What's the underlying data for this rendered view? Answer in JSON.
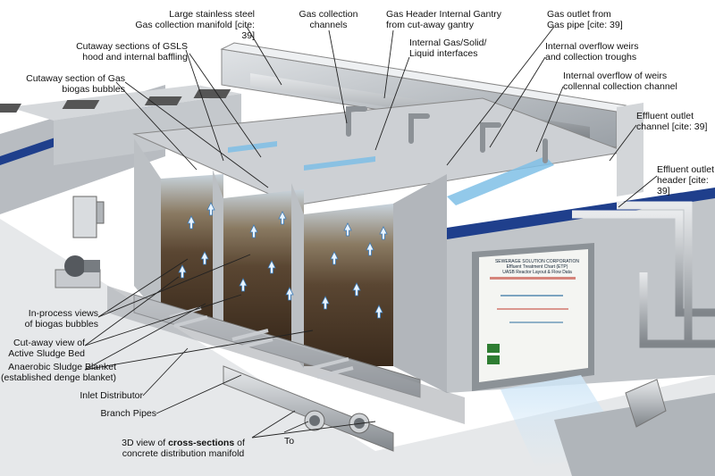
{
  "labels": {
    "manifold": "Large stainless steel\nGas collection manifold [cite: 39]",
    "gas_channels": "Gas collection\nchannels",
    "gantry": "Gas Header Internal Gantry\nfrom cut-away gantry",
    "gas_outlet": "Gas outlet from\nGas pipe [cite: 39]",
    "interfaces": "Internal Gas/Solid/\nLiquid interfaces",
    "cutaway_gsls": "Cutaway sections of GSLS\nhood and internal baffling",
    "overflow_weirs": "Internal overflow weirs\nand collection troughs",
    "overflow_channel": "Internal overflow of weirs\ncollennal collection channel",
    "biogas_cutaway": "Cutaway section of Gas\nbiogas bubbles",
    "effluent_channel": "Effluent outlet\nchannel [cite: 39]",
    "effluent_header": "Effluent outlet\nheader [cite: 39]",
    "inprocess": "In-process views\nof biogas bubbles",
    "sludge_bed": "Cut-away view of\nActive Sludge Bed",
    "sludge_blanket": "Anaerobic Sludge Blanket\n(established denge blanket)",
    "inlet": "Inlet Distributor",
    "branch": "Branch Pipes",
    "cross_prefix": "3D view of ",
    "cross_bold": "cross-sections",
    "cross_suffix": " of\nconcrete distribution manifold",
    "to": "To"
  },
  "board": {
    "title": "SEWERAGE SOLUTION CORPORATION\nEffluent Treatment Chart (ETP)\nUASB Reactor Layout & Flow Data"
  },
  "colors": {
    "concrete": "#c9ccd0",
    "concrete_dark": "#9ea3a8",
    "stripe": "#1f3f8c",
    "water": "#7fbfe6",
    "sludge": "#4a3a28",
    "pipe": "#b8bcc0"
  }
}
